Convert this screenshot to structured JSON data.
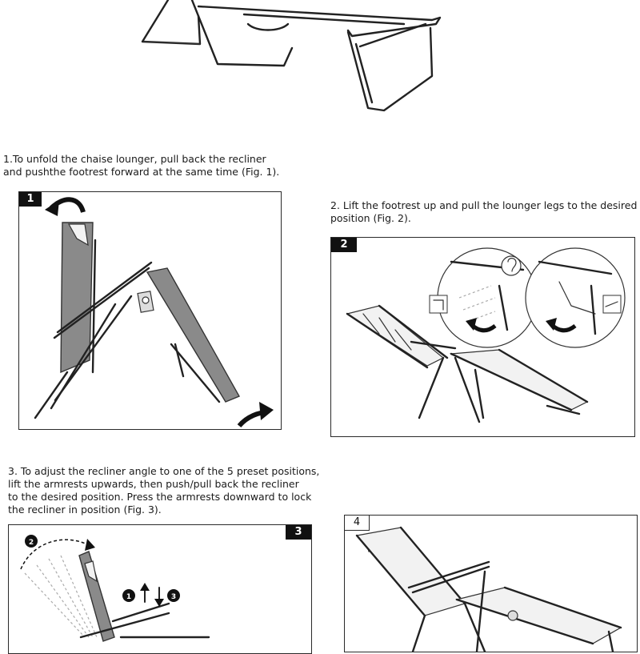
{
  "steps": [
    {
      "number_label": "",
      "text": "1.To unfold the chaise lounger, pull back the recliner\n   and pushthe footrest forward at the same time (Fig. 1)."
    },
    {
      "text": "2.  Lift the footrest up and pull the lounger legs to the desired\n     position (Fig. 2)."
    },
    {
      "text": "3.  To adjust the recliner angle to one of the 5 preset positions,\n     lift the armrests upwards, then push/pull back the recliner\n     to the desired position. Press the armrests downward to lock\n     the recliner in position (Fig. 3)."
    }
  ],
  "figures": {
    "fig1": {
      "badge": "1"
    },
    "fig2": {
      "badge": "2"
    },
    "fig3": {
      "badge": "3",
      "callout_a": "1",
      "callout_b": "3",
      "callout_c": "2"
    },
    "fig4": {
      "badge": "4"
    }
  },
  "colors": {
    "ink": "#1a1a1a",
    "fabric": "#8a8a8a",
    "badge_bg": "#111111"
  }
}
